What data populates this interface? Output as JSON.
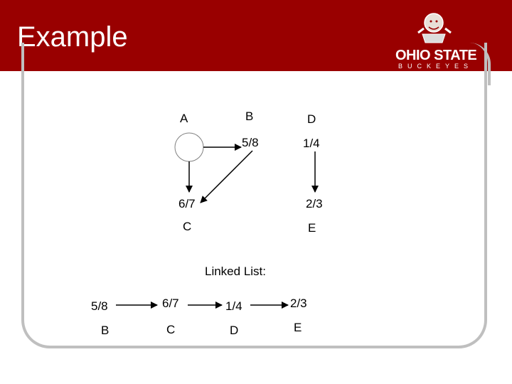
{
  "slide": {
    "title": "Example",
    "header_color": "#990000"
  },
  "logo": {
    "text_main": "OHIO STATE",
    "text_sub": "BUCKEYES"
  },
  "graph": {
    "node_A_label": "A",
    "node_B_label": "B",
    "node_D_label": "D",
    "node_C_label": "C",
    "node_E_label": "E",
    "node_B_value": "5/8",
    "node_D_value": "1/4",
    "node_C_value": "6/7",
    "node_E_value": "2/3"
  },
  "linked_list": {
    "heading": "Linked List:",
    "items": [
      {
        "value": "5/8",
        "label": "B"
      },
      {
        "value": "6/7",
        "label": "C"
      },
      {
        "value": "1/4",
        "label": "D"
      },
      {
        "value": "2/3",
        "label": "E"
      }
    ]
  }
}
